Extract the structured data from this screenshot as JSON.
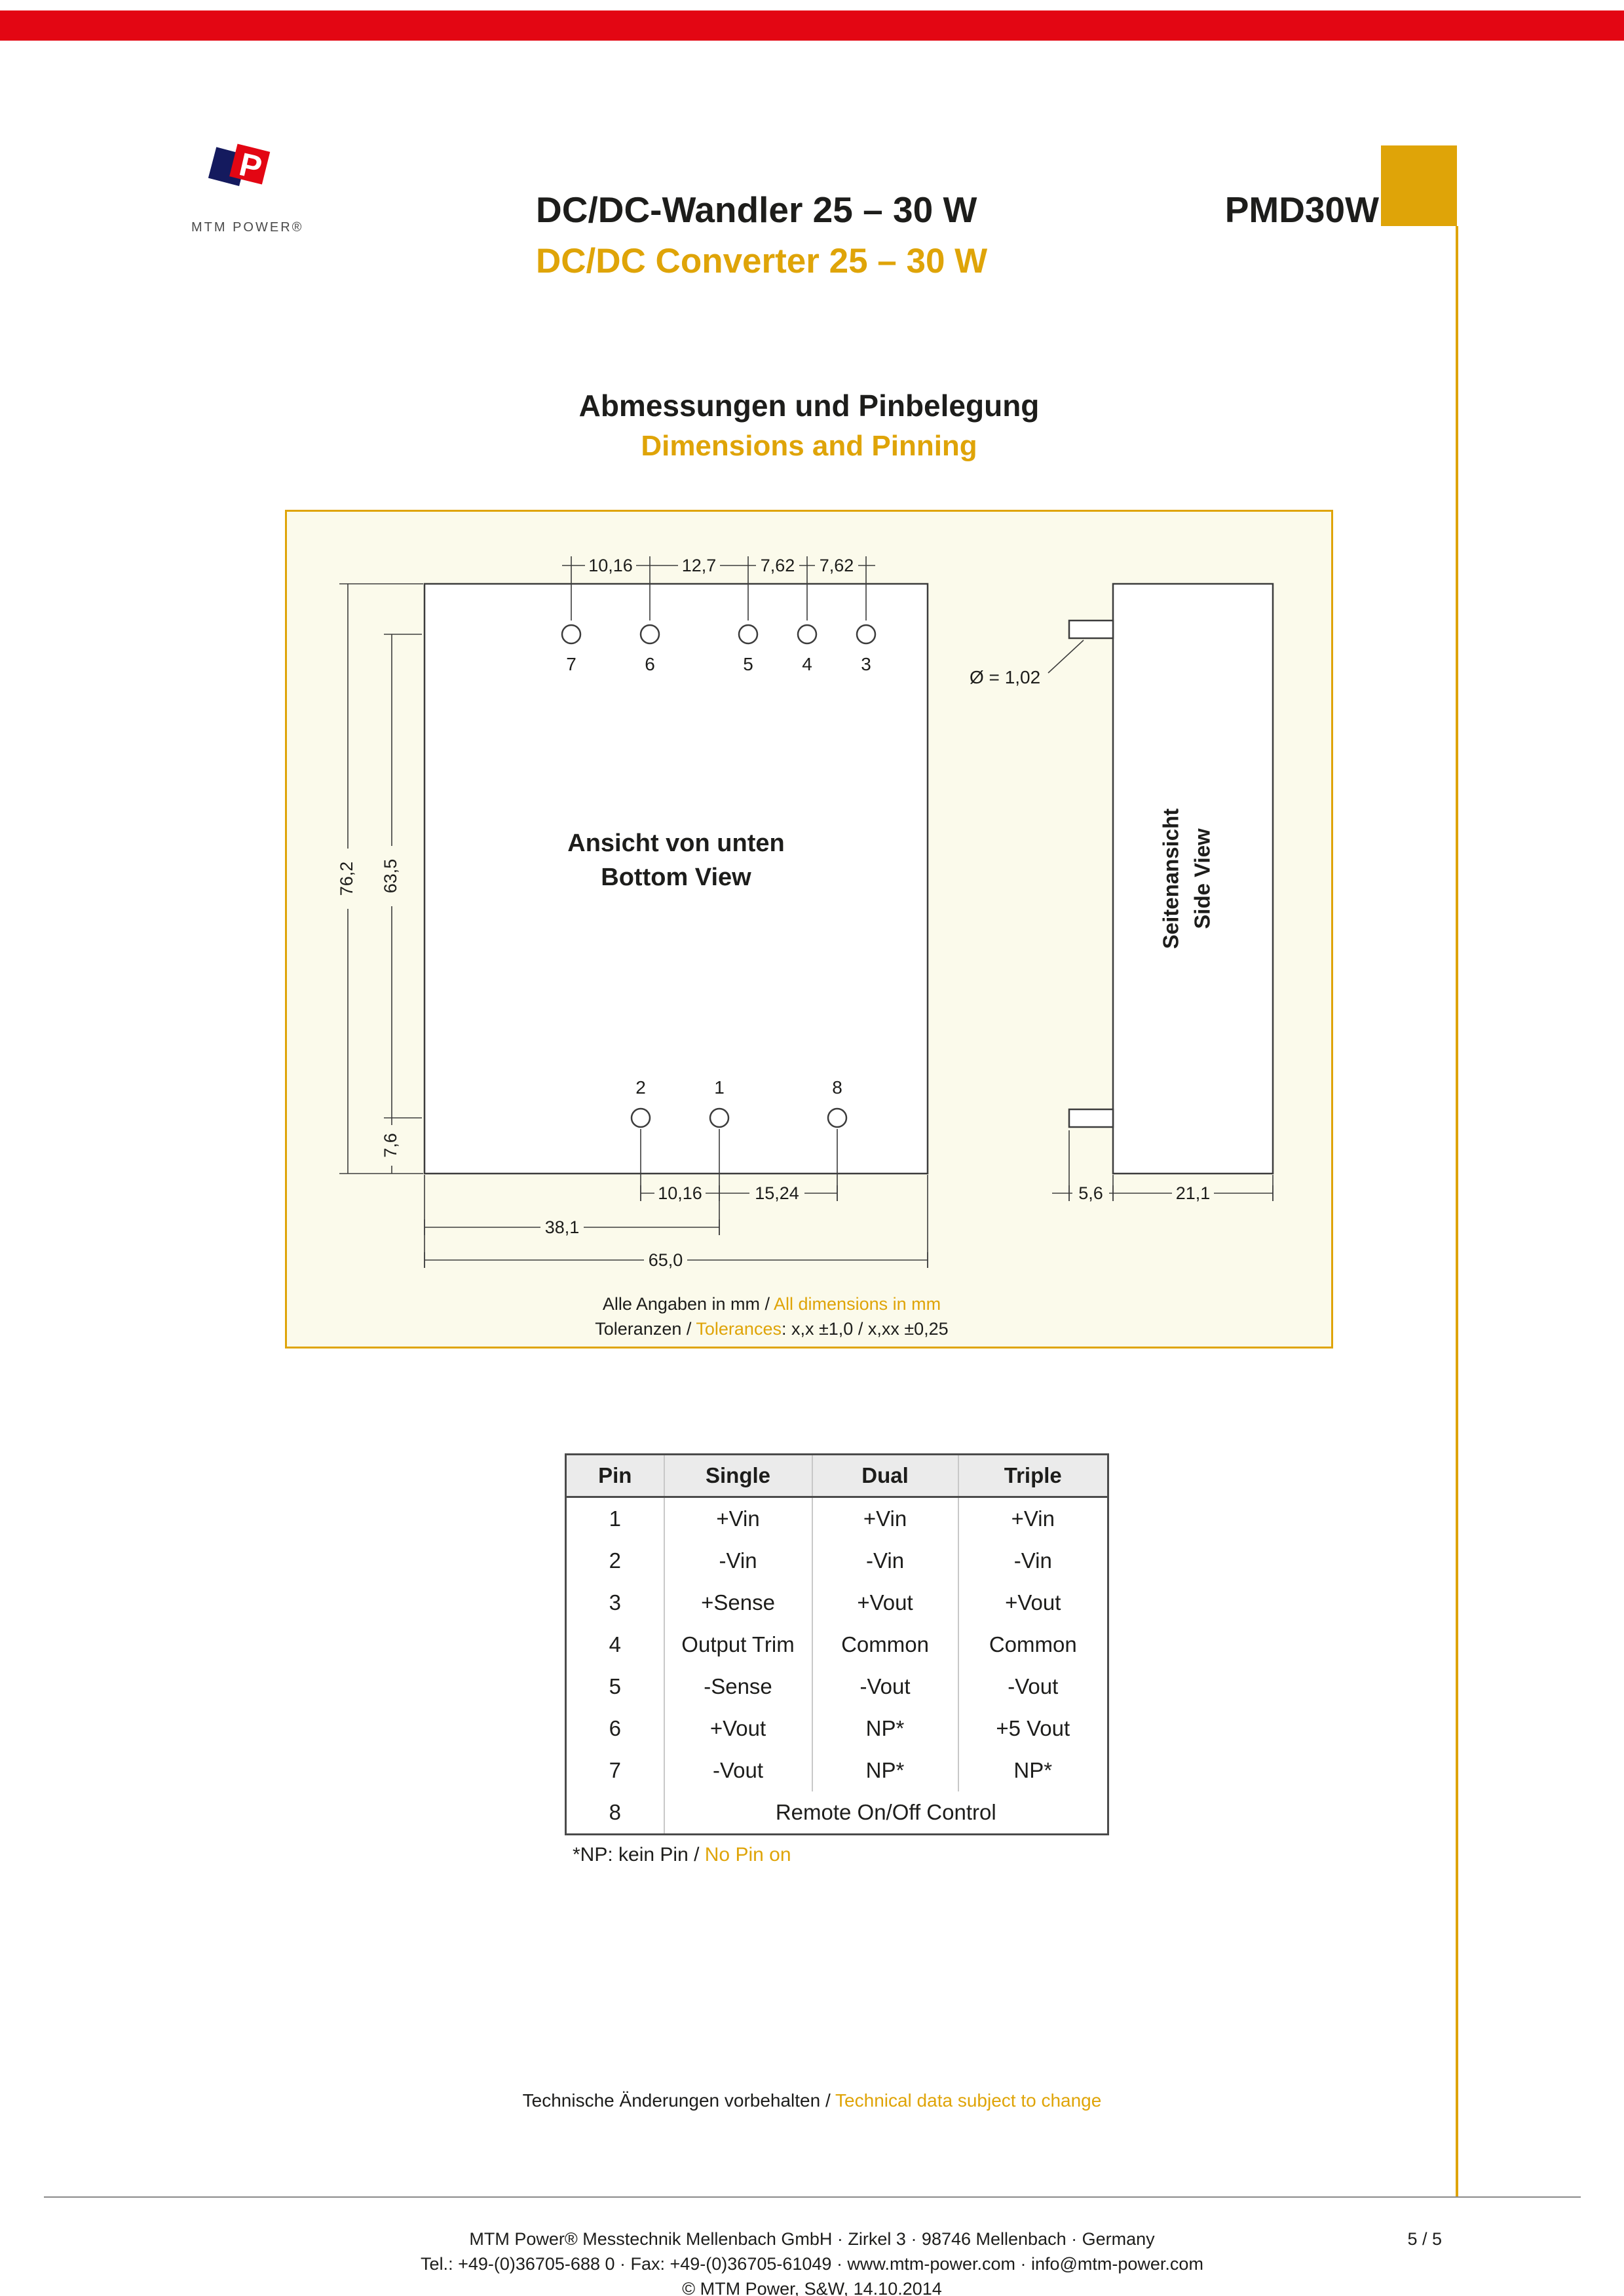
{
  "colors": {
    "red": "#e30613",
    "gold": "#dfa408",
    "cream": "#fbfaeb"
  },
  "header": {
    "logo_caption": "MTM POWER®",
    "title_de": "DC/DC-Wandler 25 – 30 W",
    "title_en": "DC/DC Converter 25 – 30 W",
    "product": "PMD30W"
  },
  "section": {
    "heading_de": "Abmessungen und Pinbelegung",
    "heading_en": "Dimensions and Pinning"
  },
  "drawing": {
    "bottom_view": {
      "de": "Ansicht von unten",
      "en": "Bottom View"
    },
    "side_view": {
      "de": "Seitenansicht",
      "en": "Side View"
    },
    "diameter": "Ø = 1,02",
    "top_pin_labels": [
      "7",
      "6",
      "5",
      "4",
      "3"
    ],
    "bottom_pin_labels": [
      "2",
      "1",
      "8"
    ],
    "dims": {
      "top": [
        "10,16",
        "12,7",
        "7,62",
        "7,62"
      ],
      "left": [
        "76,2",
        "63,5",
        "7,6"
      ],
      "bottom_row1": [
        "10,16",
        "15,24"
      ],
      "bottom_row2": "38,1",
      "bottom_row3": "65,0",
      "side": [
        "5,6",
        "21,1"
      ]
    },
    "notes": {
      "mm_de": "Alle Angaben in mm / ",
      "mm_en": "All dimensions in mm",
      "tol_de": "Toleranzen / ",
      "tol_en": "Tolerances",
      "tol_rest": ": x,x ±1,0 / x,xx ±0,25"
    }
  },
  "pin_table": {
    "headers": [
      "Pin",
      "Single",
      "Dual",
      "Triple"
    ],
    "rows": [
      [
        "1",
        "+Vin",
        "+Vin",
        "+Vin"
      ],
      [
        "2",
        "-Vin",
        "-Vin",
        "-Vin"
      ],
      [
        "3",
        "+Sense",
        "+Vout",
        "+Vout"
      ],
      [
        "4",
        "Output Trim",
        "Common",
        "Common"
      ],
      [
        "5",
        "-Sense",
        "-Vout",
        "-Vout"
      ],
      [
        "6",
        "+Vout",
        "NP*",
        "+5 Vout"
      ],
      [
        "7",
        "-Vout",
        "NP*",
        "NP*"
      ]
    ],
    "row8": {
      "pin": "8",
      "label": "Remote On/Off Control"
    },
    "footnote": {
      "de": "*NP: kein Pin / ",
      "en": "No Pin on"
    }
  },
  "change_note": {
    "de": "Technische Änderungen vorbehalten / ",
    "en": "Technical data subject to change"
  },
  "footer": {
    "line1": "MTM Power®  Messtechnik Mellenbach GmbH · Zirkel 3 · 98746 Mellenbach · Germany",
    "page": "5 / 5",
    "line2": "Tel.: +49-(0)36705-688 0 · Fax: +49-(0)36705-61049 · www.mtm-power.com · info@mtm-power.com",
    "line3": "© MTM Power, S&W, 14.10.2014"
  }
}
